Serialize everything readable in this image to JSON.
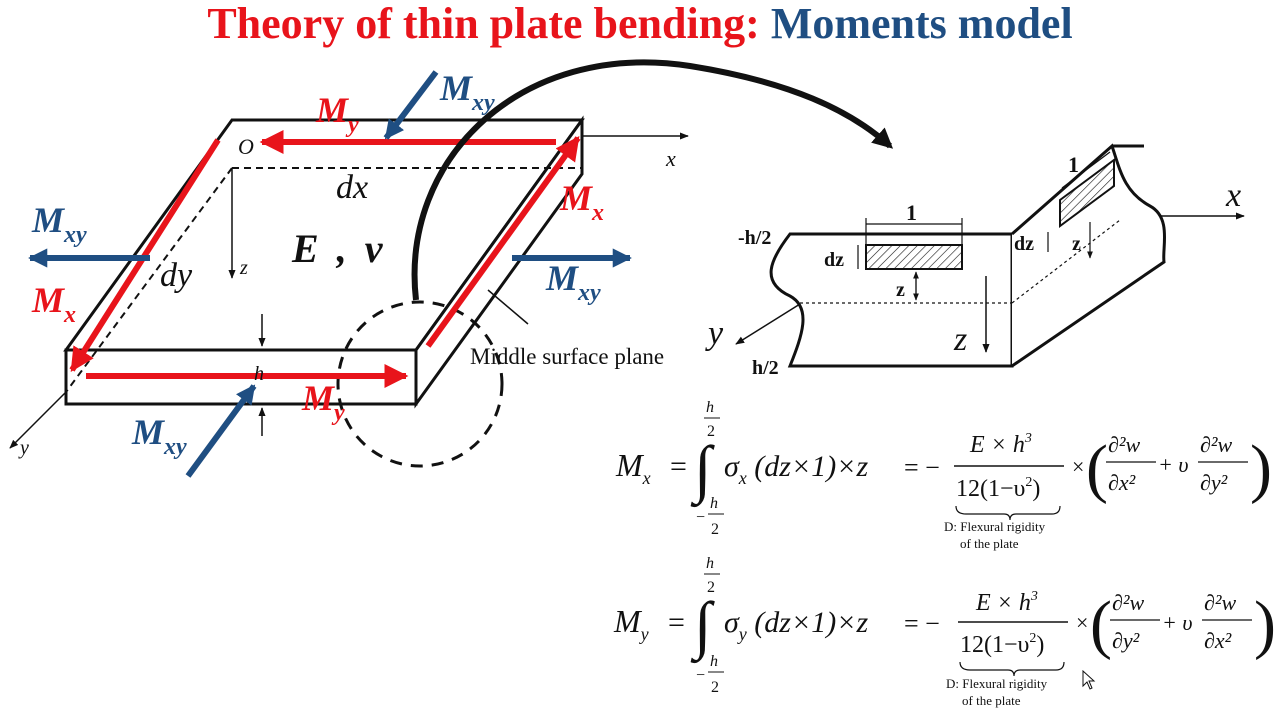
{
  "title": {
    "part1": "Theory of thin plate bending:",
    "part2": "Moments model"
  },
  "colors": {
    "title_red": "#e8141b",
    "title_blue": "#1f4e82",
    "arrow_red": "#e8141b",
    "arrow_blue": "#1f4e82",
    "ink": "#111111"
  },
  "plate": {
    "origin": "O",
    "x_axis": "x",
    "y_axis": "y",
    "z_axis": "z",
    "dx": "dx",
    "dy": "dy",
    "h": "h",
    "material_E": "E",
    "material_sep": ",",
    "material_nu": "v",
    "middle_surface": "Middle surface plane",
    "moments": {
      "M": "M",
      "x": "x",
      "y": "y",
      "xy": "xy"
    }
  },
  "section": {
    "x_axis": "x",
    "y_axis": "y",
    "z_axis": "z",
    "top": "-h/2",
    "bottom": "h/2",
    "width_front": "1",
    "width_side": "1",
    "dz_front": "dz",
    "dz_side": "dz",
    "z_front": "z",
    "z_side": "z"
  },
  "equations": {
    "mx": {
      "M": "M",
      "sub": "x",
      "eq": "=",
      "upper_num": "h",
      "upper_den": "2",
      "lower_minus": "−",
      "lower_num": "h",
      "lower_den": "2",
      "sigma": "σ",
      "sigma_sub": "x",
      "integrand": "(dz×1)×z",
      "rhs_eq": "= −",
      "num": "E × h",
      "num_exp": "3",
      "den": "12(1−υ",
      "den_exp": "2",
      "den_close": ")",
      "times": "×",
      "d2w_a": "∂²w",
      "dx2_a": "∂x²",
      "plus": "+ υ",
      "d2w_b": "∂²w",
      "dy2_b": "∂y²",
      "note1": "D: Flexural rigidity",
      "note2": "of the plate"
    },
    "my": {
      "M": "M",
      "sub": "y",
      "eq": "=",
      "upper_num": "h",
      "upper_den": "2",
      "lower_minus": "−",
      "lower_num": "h",
      "lower_den": "2",
      "sigma": "σ",
      "sigma_sub": "y",
      "integrand": "(dz×1)×z",
      "rhs_eq": "= −",
      "num": "E × h",
      "num_exp": "3",
      "den": "12(1−υ",
      "den_exp": "2",
      "den_close": ")",
      "times": "×",
      "d2w_a": "∂²w",
      "dy2_a": "∂y²",
      "plus": "+ υ",
      "d2w_b": "∂²w",
      "dx2_b": "∂x²",
      "note1": "D: Flexural rigidity",
      "note2": "of the plate"
    }
  }
}
